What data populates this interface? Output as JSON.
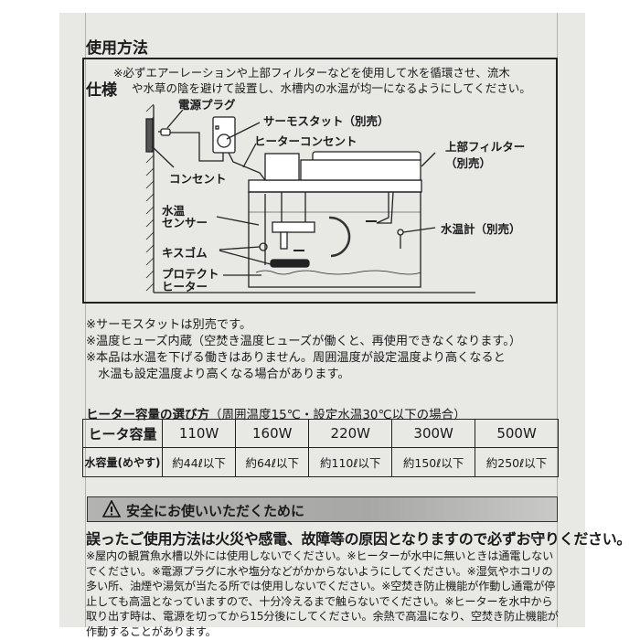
{
  "usage": {
    "heading": "使用方法",
    "spec_heading": "仕様",
    "instruction_line1": "※必ずエアーレーションや上部フィルターなどを使用して水を循環させ、流木",
    "instruction_line2": "や水草の陰を避けて設置し、水槽内の水温が均一になるようにしてください。"
  },
  "diagram": {
    "labels": {
      "power_plug": "電源プラグ",
      "thermostat": "サーモスタット（別売）",
      "heater_outlet": "ヒーターコンセント",
      "outlet": "コンセント",
      "top_filter": "上部フィルター",
      "top_filter_note": "（別売）",
      "sensor_line1": "水温",
      "sensor_line2": "センサー",
      "suction_cup": "キスゴム",
      "heater_line1": "プロテクト",
      "heater_line2": "ヒーター",
      "thermometer": "水温計（別売）"
    }
  },
  "notes": [
    "※サーモスタットは別売です。",
    "※温度ヒューズ内蔵（空焚き温度ヒューズが働くと、再使用できなくなります。）",
    "※本品は水温を下げる働きはありません。周囲温度が設定温度より高くなると",
    "　水温も設定温度より高くなる場合があります。"
  ],
  "capacity_table": {
    "title_bold": "ヒーター容量の選び方",
    "title_condition": "（周囲温度15℃・設定水温30℃以下の場合）",
    "row_headers": [
      "ヒータ容量",
      "水容量(めやす)"
    ],
    "wattages": [
      "110W",
      "160W",
      "220W",
      "300W",
      "500W"
    ],
    "volumes": [
      "約44ℓ以下",
      "約64ℓ以下",
      "約110ℓ以下",
      "約150ℓ以下",
      "約250ℓ以下"
    ]
  },
  "safety": {
    "heading": "安全にお使いいただくために",
    "main_warning": "誤ったご使用方法は火災や感電、故障等の原因となりますので必ずお守りください。",
    "body": "※屋内の観賞魚水槽以外には使用しないでください。※ヒーターが水中に無いときは通電しないでください。※電源プラグに水や塩分などがかからないようにしてください。※湿気やホコリの多い所、油煙や湯気が当たる所では使用しないでください。※空焚き防止機能が作動し通電が停止しても高温となっていますので、十分冷えるまで触らないでください。※ヒーターを水中から取り出す時は、電源を切ってから15分後にしてください。余熱で高温になり、空焚き防止機能が作動することがあります。"
  }
}
